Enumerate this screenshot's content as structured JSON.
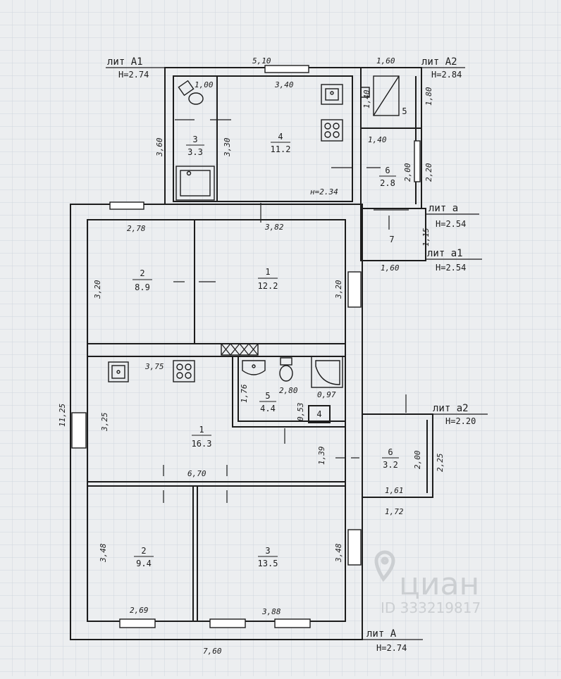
{
  "title_blocks": {
    "A": {
      "name": "лит А",
      "height": "Н=2.74"
    },
    "A1": {
      "name": "лит А1",
      "height": "Н=2.74"
    },
    "A2": {
      "name": "лит А2",
      "height": "Н=2.84"
    },
    "a": {
      "name": "лит а",
      "height": "Н=2.54"
    },
    "a1": {
      "name": "лит а1",
      "height": "Н=2.54"
    },
    "a2": {
      "name": "лит а2",
      "height": "Н=2.20"
    }
  },
  "rooms": {
    "A1_3": {
      "num": "3",
      "area": "3.3"
    },
    "A1_4": {
      "num": "4",
      "area": "11.2"
    },
    "A2_5": {
      "num": "5"
    },
    "A2_6": {
      "num": "6",
      "area": "2.8"
    },
    "a_7": {
      "num": "7"
    },
    "A_1top": {
      "num": "1",
      "area": "12.2"
    },
    "A_2top": {
      "num": "2",
      "area": "8.9"
    },
    "A_1mid": {
      "num": "1",
      "area": "16.3"
    },
    "A_5": {
      "num": "5",
      "area": "4.4"
    },
    "A_4": {
      "num": "4"
    },
    "a2_6": {
      "num": "6",
      "area": "3.2"
    },
    "A_2bot": {
      "num": "2",
      "area": "9.4"
    },
    "A_3bot": {
      "num": "3",
      "area": "13.5"
    }
  },
  "dimensions": {
    "d_510": "5,10",
    "d_340": "3,40",
    "d_100": "1,00",
    "d_360": "3,60",
    "d_330": "3,30",
    "h_234": "н=2.34",
    "d_160a": "1,60",
    "d_180": "1,80",
    "d_140a": "1,40",
    "d_140b": "1,40",
    "d_200a": "2,00",
    "d_220": "2,20",
    "d_115": "1,15",
    "d_160b": "1,60",
    "d_278": "2,78",
    "d_382": "3,82",
    "d_320a": "3,20",
    "d_320b": "3,20",
    "d_375": "3,75",
    "d_176": "1,76",
    "d_280": "2,80",
    "d_097": "0,97",
    "d_053": "0,53",
    "d_1125": "11,25",
    "d_325": "3,25",
    "d_139": "1,39",
    "d_670": "6,70",
    "d_200b": "2,00",
    "d_225": "2,25",
    "d_161": "1,61",
    "d_172": "1,72",
    "d_348a": "3,48",
    "d_348b": "3,48",
    "d_269": "2,69",
    "d_388": "3,88",
    "d_760": "7,60"
  },
  "watermark": {
    "brand": "циан",
    "id": "ID 333219817"
  },
  "icons": [
    "toilet-icon",
    "shower-tray-icon",
    "sink-icon",
    "stove-icon",
    "stair-icon",
    "boiler-icon"
  ],
  "colors": {
    "background": "#eceef0",
    "grid": "#cfd6de",
    "wall": "#1c1c1c"
  }
}
